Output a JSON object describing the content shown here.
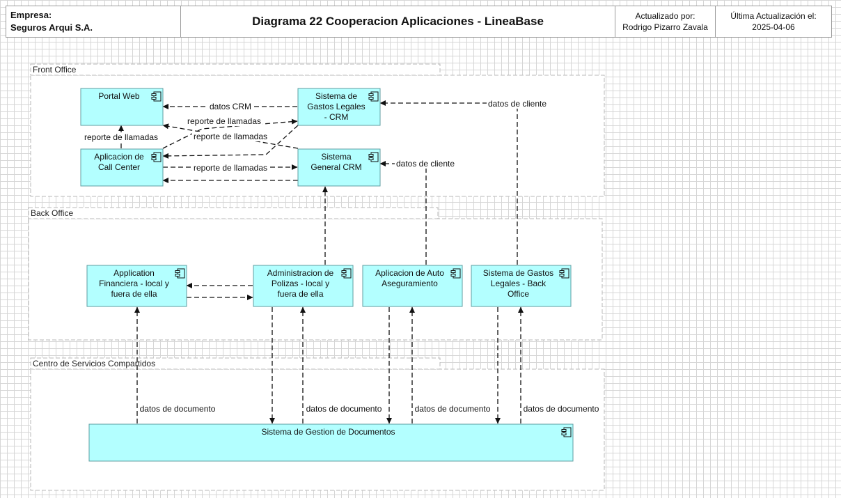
{
  "header": {
    "company_label": "Empresa:",
    "company_name": "Seguros Arqui S.A.",
    "title": "Diagrama 22 Cooperacion Aplicaciones - LineaBase",
    "updated_by_label": "Actualizado por:",
    "updated_by": "Rodrigo Pizarro Zavala",
    "last_update_label": "Última Actualización el:",
    "last_update": "2025-04-06"
  },
  "colors": {
    "node_fill": "#b3ffff",
    "node_border": "#5f9ea0",
    "zone_border": "#b8b8b8",
    "edge": "#111111"
  },
  "zones": [
    {
      "id": "front",
      "label": "Front Office"
    },
    {
      "id": "back",
      "label": "Back Office"
    },
    {
      "id": "shared",
      "label": "Centro de Servicios Compartidos"
    }
  ],
  "components": [
    {
      "id": "portal",
      "lines": [
        "Portal Web"
      ]
    },
    {
      "id": "gastos_crm",
      "lines": [
        "Sistema de",
        "Gastos Legales",
        "- CRM"
      ]
    },
    {
      "id": "callcenter",
      "lines": [
        "Aplicacion de",
        "Call Center"
      ]
    },
    {
      "id": "crm",
      "lines": [
        "Sistema",
        "General CRM"
      ]
    },
    {
      "id": "financiera",
      "lines": [
        "Application",
        "Financiera - local y",
        "fuera de ella"
      ]
    },
    {
      "id": "polizas",
      "lines": [
        "Administracion de",
        "Polizas - local y",
        "fuera de ella"
      ]
    },
    {
      "id": "auto",
      "lines": [
        "Aplicacion de Auto",
        "Aseguramiento"
      ]
    },
    {
      "id": "gastos_back",
      "lines": [
        "Sistema de Gastos",
        "Legales - Back",
        "Office"
      ]
    },
    {
      "id": "docs",
      "lines": [
        "Sistema de Gestion de Documentos"
      ]
    }
  ],
  "flows": [
    {
      "id": "f1",
      "label": "datos CRM"
    },
    {
      "id": "f2",
      "label": "reporte de llamadas"
    },
    {
      "id": "f3",
      "label": "reporte de llamadas"
    },
    {
      "id": "f4",
      "label": "datos CRM"
    },
    {
      "id": "f5",
      "label": "reporte de llamadas"
    },
    {
      "id": "f6",
      "label": ""
    },
    {
      "id": "f7",
      "label": "datos de cliente"
    },
    {
      "id": "f8",
      "label": "datos de cliente"
    },
    {
      "id": "f9",
      "label": ""
    },
    {
      "id": "f10",
      "label": ""
    },
    {
      "id": "f11",
      "label": ""
    },
    {
      "id": "f12",
      "label": "datos de documento"
    },
    {
      "id": "f13",
      "label": ""
    },
    {
      "id": "f14",
      "label": "datos de documento"
    },
    {
      "id": "f15",
      "label": ""
    },
    {
      "id": "f16",
      "label": "datos de documento"
    },
    {
      "id": "f17",
      "label": ""
    },
    {
      "id": "f18",
      "label": "datos de documento"
    }
  ]
}
